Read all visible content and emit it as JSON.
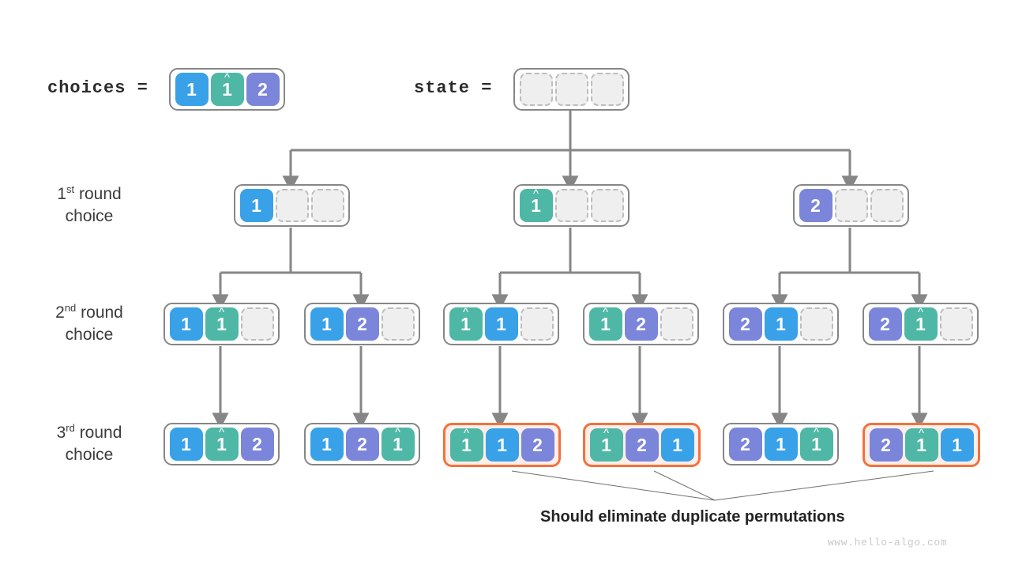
{
  "header": {
    "choices_label": "choices =",
    "state_label": "state =",
    "choices_cells": [
      {
        "value": "1",
        "color": "blue",
        "hat": false
      },
      {
        "value": "1",
        "color": "green",
        "hat": true
      },
      {
        "value": "2",
        "color": "purple",
        "hat": false
      }
    ],
    "state_cells": [
      {
        "value": "",
        "color": "empty",
        "hat": false
      },
      {
        "value": "",
        "color": "empty",
        "hat": false
      },
      {
        "value": "",
        "color": "empty",
        "hat": false
      }
    ]
  },
  "rows": [
    {
      "ordinal": "1",
      "suffix": "st",
      "word": "round",
      "line2": "choice"
    },
    {
      "ordinal": "2",
      "suffix": "nd",
      "word": "round",
      "line2": "choice"
    },
    {
      "ordinal": "3",
      "suffix": "rd",
      "word": "round",
      "line2": "choice"
    }
  ],
  "round1": [
    {
      "highlight": false,
      "cells": [
        {
          "value": "1",
          "color": "blue",
          "hat": false
        },
        {
          "value": "",
          "color": "empty",
          "hat": false
        },
        {
          "value": "",
          "color": "empty",
          "hat": false
        }
      ]
    },
    {
      "highlight": false,
      "cells": [
        {
          "value": "1",
          "color": "green",
          "hat": true
        },
        {
          "value": "",
          "color": "empty",
          "hat": false
        },
        {
          "value": "",
          "color": "empty",
          "hat": false
        }
      ]
    },
    {
      "highlight": false,
      "cells": [
        {
          "value": "2",
          "color": "purple",
          "hat": false
        },
        {
          "value": "",
          "color": "empty",
          "hat": false
        },
        {
          "value": "",
          "color": "empty",
          "hat": false
        }
      ]
    }
  ],
  "round2": [
    {
      "highlight": false,
      "cells": [
        {
          "value": "1",
          "color": "blue",
          "hat": false
        },
        {
          "value": "1",
          "color": "green",
          "hat": true
        },
        {
          "value": "",
          "color": "empty",
          "hat": false
        }
      ]
    },
    {
      "highlight": false,
      "cells": [
        {
          "value": "1",
          "color": "blue",
          "hat": false
        },
        {
          "value": "2",
          "color": "purple",
          "hat": false
        },
        {
          "value": "",
          "color": "empty",
          "hat": false
        }
      ]
    },
    {
      "highlight": false,
      "cells": [
        {
          "value": "1",
          "color": "green",
          "hat": true
        },
        {
          "value": "1",
          "color": "blue",
          "hat": false
        },
        {
          "value": "",
          "color": "empty",
          "hat": false
        }
      ]
    },
    {
      "highlight": false,
      "cells": [
        {
          "value": "1",
          "color": "green",
          "hat": true
        },
        {
          "value": "2",
          "color": "purple",
          "hat": false
        },
        {
          "value": "",
          "color": "empty",
          "hat": false
        }
      ]
    },
    {
      "highlight": false,
      "cells": [
        {
          "value": "2",
          "color": "purple",
          "hat": false
        },
        {
          "value": "1",
          "color": "blue",
          "hat": false
        },
        {
          "value": "",
          "color": "empty",
          "hat": false
        }
      ]
    },
    {
      "highlight": false,
      "cells": [
        {
          "value": "2",
          "color": "purple",
          "hat": false
        },
        {
          "value": "1",
          "color": "green",
          "hat": true
        },
        {
          "value": "",
          "color": "empty",
          "hat": false
        }
      ]
    }
  ],
  "round3": [
    {
      "highlight": false,
      "cells": [
        {
          "value": "1",
          "color": "blue",
          "hat": false
        },
        {
          "value": "1",
          "color": "green",
          "hat": true
        },
        {
          "value": "2",
          "color": "purple",
          "hat": false
        }
      ]
    },
    {
      "highlight": false,
      "cells": [
        {
          "value": "1",
          "color": "blue",
          "hat": false
        },
        {
          "value": "2",
          "color": "purple",
          "hat": false
        },
        {
          "value": "1",
          "color": "green",
          "hat": true
        }
      ]
    },
    {
      "highlight": true,
      "cells": [
        {
          "value": "1",
          "color": "green",
          "hat": true
        },
        {
          "value": "1",
          "color": "blue",
          "hat": false
        },
        {
          "value": "2",
          "color": "purple",
          "hat": false
        }
      ]
    },
    {
      "highlight": true,
      "cells": [
        {
          "value": "1",
          "color": "green",
          "hat": true
        },
        {
          "value": "2",
          "color": "purple",
          "hat": false
        },
        {
          "value": "1",
          "color": "blue",
          "hat": false
        }
      ]
    },
    {
      "highlight": false,
      "cells": [
        {
          "value": "2",
          "color": "purple",
          "hat": false
        },
        {
          "value": "1",
          "color": "blue",
          "hat": false
        },
        {
          "value": "1",
          "color": "green",
          "hat": true
        }
      ]
    },
    {
      "highlight": true,
      "cells": [
        {
          "value": "2",
          "color": "purple",
          "hat": false
        },
        {
          "value": "1",
          "color": "green",
          "hat": true
        },
        {
          "value": "1",
          "color": "blue",
          "hat": false
        }
      ]
    }
  ],
  "caption": "Should eliminate duplicate permutations",
  "watermark": "www.hello-algo.com",
  "colors": {
    "blue": "#38a1e8",
    "green": "#4fb7a6",
    "purple": "#7b85da",
    "empty": "#efefef",
    "border": "#868686",
    "highlight": "#f4713c",
    "highlight_fill": "#fdeeea",
    "wire": "#868686",
    "leader": "#6f6f6f"
  }
}
